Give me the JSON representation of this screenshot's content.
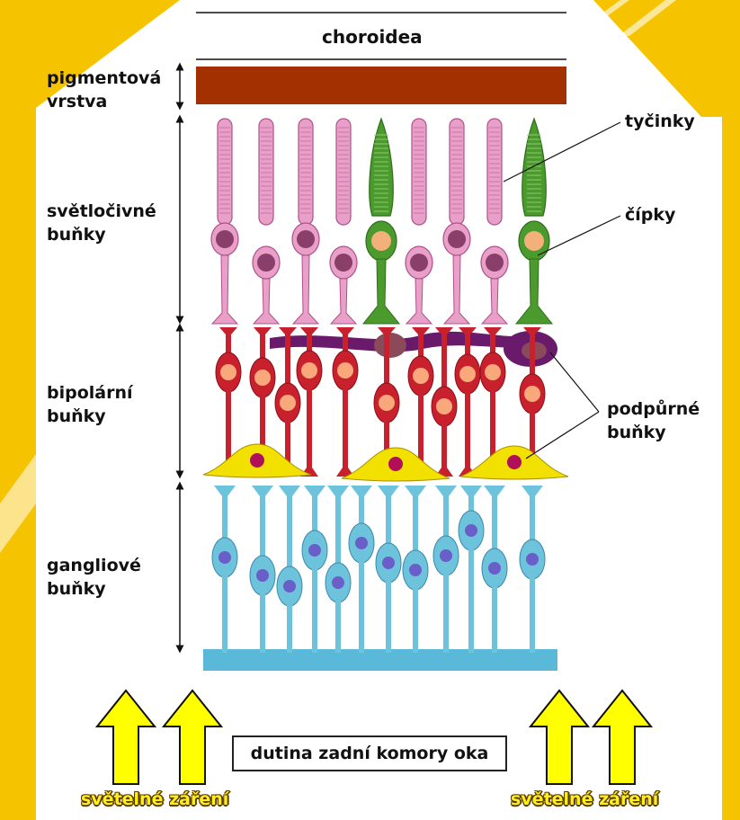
{
  "labels": {
    "choroid": "choroidea",
    "pigment": [
      "pigmentová",
      "vrstva"
    ],
    "photoreceptors": [
      "světločivné",
      "buňky"
    ],
    "bipolar": [
      "bipolární",
      "buňky"
    ],
    "ganglion": [
      "gangliové",
      "buňky"
    ],
    "rods": "tyčinky",
    "cones": "čípky",
    "support": [
      "podpůrné",
      "buňky"
    ],
    "cavity": "dutina zadní komory oka",
    "light_left": "světelné záření",
    "light_right": "světelné záření"
  },
  "colors": {
    "frame": "#f6c300",
    "pigment_layer": "#a33000",
    "rod": "#e9a0c8",
    "rod_nucleus": "#8a3e6a",
    "cone": "#4a9a2e",
    "cone_nucleus": "#f4b07a",
    "bipolar": "#c8202c",
    "bipolar_nucleus": "#f8a87a",
    "horizontal": "#6a1a6a",
    "amacrine": "#f2e000",
    "ganglion": "#6ec3dc",
    "ganglion_nucleus": "#6a5ec8",
    "nerve_fiber": "#5ab8d8",
    "arrow": "#ffff00"
  },
  "icons": [
    "light-arrow-icon"
  ]
}
